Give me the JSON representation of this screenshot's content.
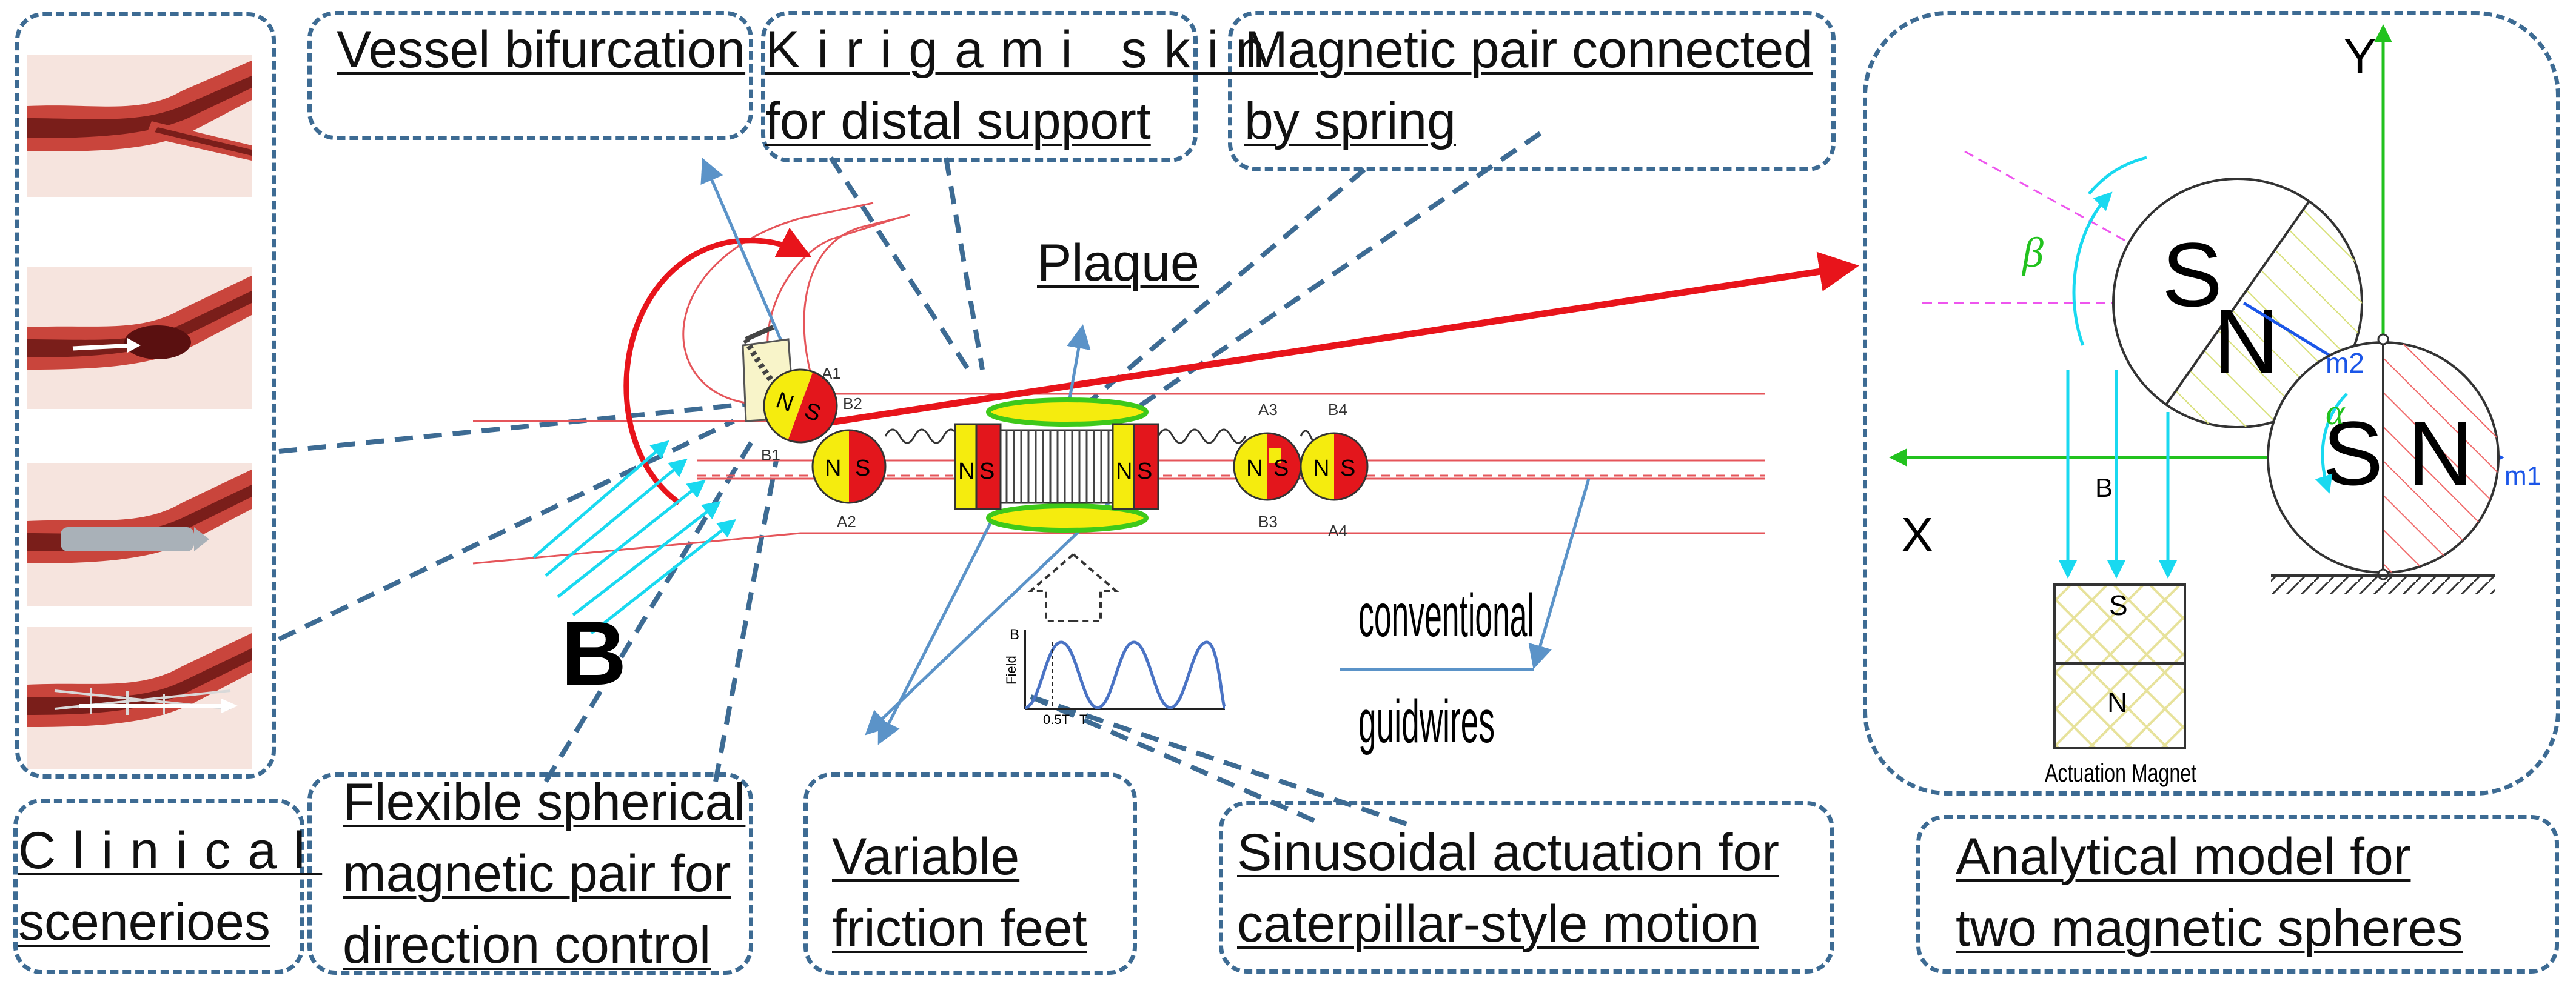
{
  "labels": {
    "clinical": [
      "Clinical",
      "scenerioes"
    ],
    "vessel_bifurcation": "Vessel bifurcation",
    "kirigami": [
      "Kirigami skin",
      "for distal support"
    ],
    "magnetic_pair": [
      "Magnetic pair connected",
      "by spring"
    ],
    "plaque": "Plaque",
    "flexible": [
      "Flexible spherical",
      "magnetic pair for",
      "direction control"
    ],
    "variable_friction": [
      "Variable",
      "friction feet"
    ],
    "sinusoidal": [
      "Sinusoidal actuation for",
      "caterpillar-style motion"
    ],
    "analytical": [
      "Analytical model for",
      "two magnetic spheres"
    ],
    "conventional": [
      "conventional",
      "guidwires"
    ],
    "field_B": "B"
  },
  "device": {
    "pole_n": "N",
    "pole_s": "S",
    "marks": {
      "a1": "A1",
      "b1": "B1",
      "b2": "B2",
      "a2": "A2",
      "b3": "B3",
      "a3": "A3",
      "b4": "B4",
      "a4": "A4"
    }
  },
  "model": {
    "axis_y": "Y",
    "axis_x": "X",
    "pole_s": "S",
    "pole_n": "N",
    "angle_beta": "β",
    "angle_alpha": "α",
    "moment_1": "m1",
    "moment_2": "m2",
    "field": "B",
    "actuation_magnet": "Actuation Magnet",
    "magnet_s": "S",
    "magnet_n": "N"
  },
  "waveform": {
    "ylabel": "Field",
    "y_symbol": "B",
    "tick_half": "0.5T",
    "tick_full": "T"
  },
  "colors": {
    "frame": "#3d6b93",
    "arrow_red": "#e8141b",
    "field_cyan": "#19d9f0",
    "pole_red": "#e3161c",
    "pole_yellow": "#f5ec0e",
    "foot_green": "#3ec91a",
    "vessel_line": "#e5555a",
    "axis_green": "#22c21e",
    "axis_blue": "#1b56e8",
    "guide_magenta": "#ee55ee"
  }
}
